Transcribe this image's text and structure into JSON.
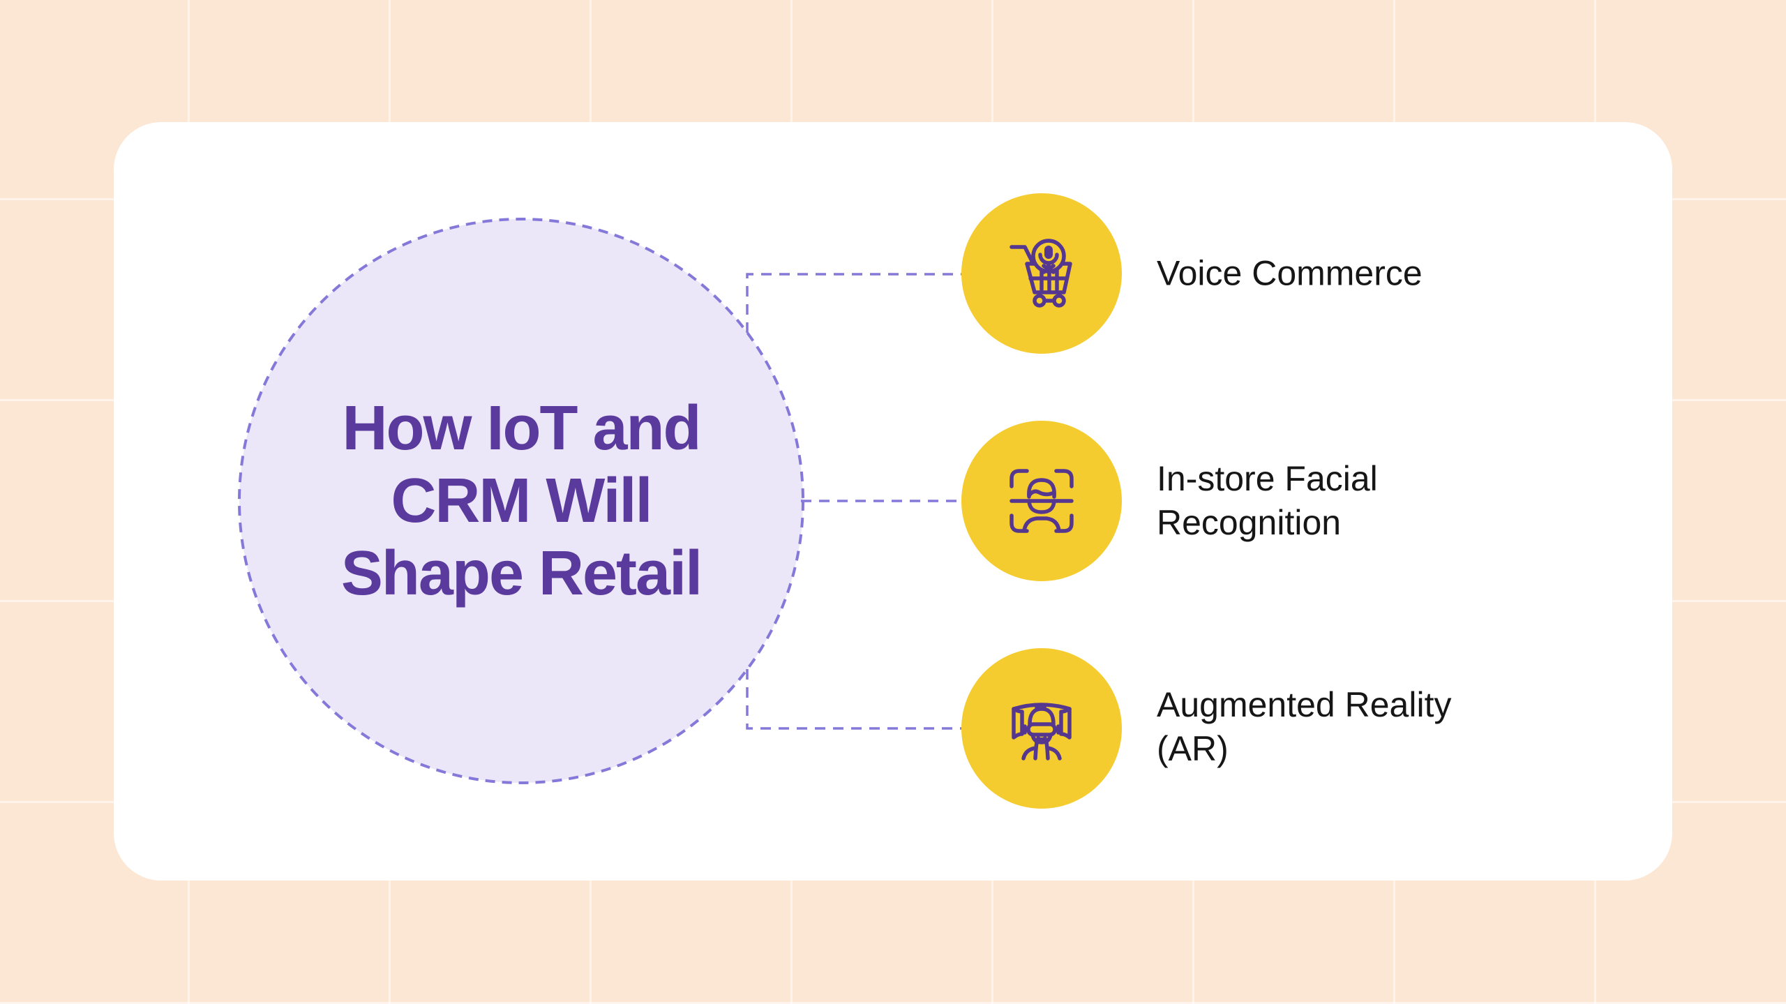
{
  "infographic": {
    "hub": {
      "title_lines": [
        "How IoT and",
        "CRM Will",
        "Shape Retail"
      ]
    },
    "items": [
      {
        "label": "Voice Commerce",
        "icon": "voice-commerce-cart-mic-icon"
      },
      {
        "label": "In-store Facial\nRecognition",
        "icon": "facial-recognition-scan-icon"
      },
      {
        "label": "Augmented Reality\n(AR)",
        "icon": "ar-headset-icon"
      }
    ],
    "colors": {
      "background": "#FCE7D4",
      "grid_line": "#FFF5EB",
      "card": "#FFFFFF",
      "hub_fill": "#ECE7F8",
      "hub_dash_border": "#8478D9",
      "hub_title": "#5A3B9D",
      "item_circle": "#F5CC2F",
      "icon_stroke": "#55378F",
      "label_text": "#161616",
      "connector": "#8478D9"
    }
  }
}
